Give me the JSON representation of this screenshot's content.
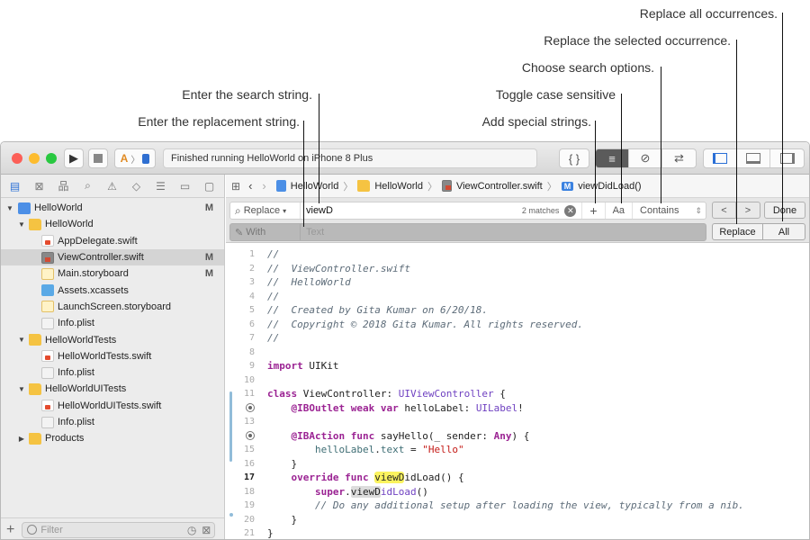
{
  "callouts": {
    "replace_all": "Replace all occurrences.",
    "replace_selected": "Replace the selected occurrence.",
    "search_options": "Choose search options.",
    "case_sensitive": "Toggle case sensitive",
    "special_strings": "Add special strings.",
    "search_string": "Enter the search string.",
    "replacement_string": "Enter the replacement string."
  },
  "toolbar": {
    "status": "Finished running HelloWorld on iPhone 8 Plus",
    "run_icon": "play-icon",
    "stop_icon": "stop-icon",
    "scheme_icons": [
      "xcode-app-icon",
      "chevron-right-icon",
      "device-icon"
    ],
    "editor_modes": [
      "code-snippet-icon",
      "standard-editor-icon",
      "assistant-editor-icon",
      "version-editor-icon"
    ],
    "panels": [
      "navigator-panel-icon",
      "debug-panel-icon",
      "inspector-panel-icon"
    ]
  },
  "navigator": {
    "tabs": [
      "project-navigator-icon",
      "source-control-icon",
      "symbol-navigator-icon",
      "find-navigator-icon",
      "issue-navigator-icon",
      "test-navigator-icon",
      "debug-navigator-icon",
      "breakpoint-navigator-icon",
      "report-navigator-icon"
    ],
    "tree": [
      {
        "label": "HelloWorld",
        "badge": "M",
        "kind": "proj"
      },
      {
        "label": "HelloWorld",
        "badge": "",
        "kind": "folder"
      },
      {
        "label": "AppDelegate.swift",
        "badge": "",
        "kind": "swift"
      },
      {
        "label": "ViewController.swift",
        "badge": "M",
        "kind": "swift-dark"
      },
      {
        "label": "Main.storyboard",
        "badge": "M",
        "kind": "story"
      },
      {
        "label": "Assets.xcassets",
        "badge": "",
        "kind": "assets"
      },
      {
        "label": "LaunchScreen.storyboard",
        "badge": "",
        "kind": "story"
      },
      {
        "label": "Info.plist",
        "badge": "",
        "kind": "plist"
      },
      {
        "label": "HelloWorldTests",
        "badge": "",
        "kind": "folder"
      },
      {
        "label": "HelloWorldTests.swift",
        "badge": "",
        "kind": "swift"
      },
      {
        "label": "Info.plist",
        "badge": "",
        "kind": "plist"
      },
      {
        "label": "HelloWorldUITests",
        "badge": "",
        "kind": "folder"
      },
      {
        "label": "HelloWorldUITests.swift",
        "badge": "",
        "kind": "swift"
      },
      {
        "label": "Info.plist",
        "badge": "",
        "kind": "plist"
      },
      {
        "label": "Products",
        "badge": "",
        "kind": "folder"
      }
    ],
    "filter_placeholder": "Filter",
    "add_label": "+"
  },
  "jumpbar": {
    "items": [
      "HelloWorld",
      "HelloWorld",
      "ViewController.swift",
      "viewDidLoad()"
    ],
    "method_badge": "M"
  },
  "find": {
    "mode": "Replace",
    "query": "viewD",
    "matches": "2 matches",
    "add_special": "+",
    "case_label": "Aa",
    "match_type": "Contains",
    "with_label": "With",
    "replace_placeholder": "Text",
    "prev": "<",
    "next": ">",
    "done": "Done",
    "replace": "Replace",
    "all": "All"
  },
  "code": {
    "current_line": 17,
    "lines": [
      {
        "n": 1,
        "html": [
          [
            "c-comment",
            "//"
          ]
        ]
      },
      {
        "n": 2,
        "html": [
          [
            "c-comment",
            "//  ViewController.swift"
          ]
        ]
      },
      {
        "n": 3,
        "html": [
          [
            "c-comment",
            "//  HelloWorld"
          ]
        ]
      },
      {
        "n": 4,
        "html": [
          [
            "c-comment",
            "//"
          ]
        ]
      },
      {
        "n": 5,
        "html": [
          [
            "c-comment",
            "//  Created by Gita Kumar on 6/20/18."
          ]
        ]
      },
      {
        "n": 6,
        "html": [
          [
            "c-comment",
            "//  Copyright © 2018 Gita Kumar. All rights reserved."
          ]
        ]
      },
      {
        "n": 7,
        "html": [
          [
            "c-comment",
            "//"
          ]
        ]
      },
      {
        "n": 8,
        "html": []
      },
      {
        "n": 9,
        "html": [
          [
            "c-kw",
            "import"
          ],
          [
            "",
            " UIKit"
          ]
        ]
      },
      {
        "n": 10,
        "html": []
      },
      {
        "n": 11,
        "html": [
          [
            "c-kw",
            "class"
          ],
          [
            "",
            " ViewController: "
          ],
          [
            "c-type",
            "UIViewController"
          ],
          [
            "",
            " {"
          ]
        ]
      },
      {
        "n": 12,
        "html": [
          [
            "",
            "    "
          ],
          [
            "c-kw",
            "@IBOutlet weak var"
          ],
          [
            "",
            " helloLabel: "
          ],
          [
            "c-type",
            "UILabel"
          ],
          [
            "",
            "!"
          ]
        ],
        "dot": true
      },
      {
        "n": 13,
        "html": []
      },
      {
        "n": 14,
        "html": [
          [
            "",
            "    "
          ],
          [
            "c-kw",
            "@IBAction func"
          ],
          [
            "",
            " sayHello(_ sender: "
          ],
          [
            "c-kw",
            "Any"
          ],
          [
            "",
            ") {"
          ]
        ],
        "dot": true
      },
      {
        "n": 15,
        "html": [
          [
            "",
            "        "
          ],
          [
            "c-prop",
            "helloLabel"
          ],
          [
            "",
            "."
          ],
          [
            "c-prop",
            "text"
          ],
          [
            "",
            " = "
          ],
          [
            "c-str",
            "\"Hello\""
          ]
        ]
      },
      {
        "n": 16,
        "html": [
          [
            "",
            "    }"
          ]
        ]
      },
      {
        "n": 17,
        "html": [
          [
            "",
            "    "
          ],
          [
            "c-kw",
            "override func"
          ],
          [
            "",
            " "
          ],
          [
            "hl-yellow",
            "viewD"
          ],
          [
            "",
            "idLoad() {"
          ]
        ]
      },
      {
        "n": 18,
        "html": [
          [
            "",
            "        "
          ],
          [
            "c-kw",
            "super"
          ],
          [
            "",
            "."
          ],
          [
            "hl-gray",
            "viewD"
          ],
          [
            "c-type",
            "idLoad"
          ],
          [
            "",
            "()"
          ]
        ]
      },
      {
        "n": 19,
        "html": [
          [
            "",
            "        "
          ],
          [
            "c-comment",
            "// Do any additional setup after loading the view, typically from a nib."
          ]
        ]
      },
      {
        "n": 20,
        "html": [
          [
            "",
            "    }"
          ]
        ]
      },
      {
        "n": 21,
        "html": [
          [
            "",
            "}"
          ]
        ]
      }
    ]
  }
}
